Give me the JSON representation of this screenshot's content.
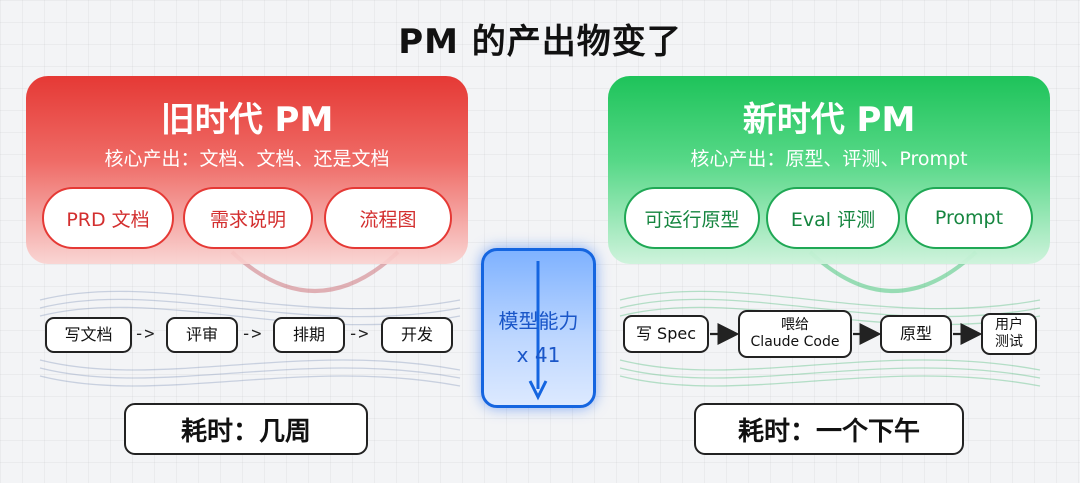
{
  "title": "PM 的产出物变了",
  "old_era": {
    "title": "旧时代 PM",
    "subtitle": "核心产出：文档、文档、还是文档",
    "outputs": [
      "PRD 文档",
      "需求说明",
      "流程图"
    ],
    "flow": [
      "写文档",
      "评审",
      "排期",
      "开发"
    ],
    "arrow": "->",
    "time": "耗时：几周"
  },
  "new_era": {
    "title": "新时代 PM",
    "subtitle": "核心产出：原型、评测、Prompt",
    "outputs": [
      "可运行原型",
      "Eval 评测",
      "Prompt"
    ],
    "flow": [
      "写 Spec",
      "喂给\nClaude Code",
      "原型",
      "用户\n测试"
    ],
    "time": "耗时：一个下午"
  },
  "model": {
    "label": "模型能力",
    "multiplier": "x 41"
  },
  "colors": {
    "old_accent": "#e53935",
    "new_accent": "#1ec35a",
    "model_accent": "#1565e0"
  }
}
